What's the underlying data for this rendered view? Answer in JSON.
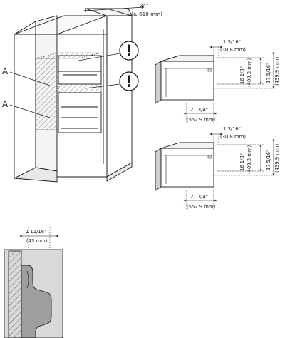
{
  "cabinet": {
    "depth_label": "24\"",
    "depth_mm_label": "(≥ 610 mm)",
    "callout_upper": "A",
    "callout_lower": "A",
    "warning_glyph": "!",
    "warning_icon": "exclamation-circle-icon"
  },
  "drawers": [
    {
      "front_label": "1 3/16\"",
      "front_mm_label": "(30.8 mm)",
      "inner_label": "16 1/8\"",
      "inner_mm_label": "(409.3 mm)",
      "outer_label": "17 5/16\"",
      "outer_mm_label": "(439.9 mm)",
      "depth_label": "21 3/4\"",
      "depth_mm_label": "(552.9 mm)"
    },
    {
      "front_label": "1 3/16\"",
      "front_mm_label": "(30.8 mm)",
      "inner_label": "16 1/8\"",
      "inner_mm_label": "(409.3 mm)",
      "outer_label": "17 5/16\"",
      "outer_mm_label": "(439.9 mm)",
      "depth_label": "21 3/4\"",
      "depth_mm_label": "(552.9 mm)"
    }
  ],
  "detail": {
    "width_label": "1 11/16\"",
    "width_mm_label": "(43 mm)"
  },
  "colors": {
    "line": "#1a1a1a",
    "panel_grey": "#bdbdbd",
    "light_grey": "#d9d9d9",
    "hatch": "#8a8a8a"
  }
}
